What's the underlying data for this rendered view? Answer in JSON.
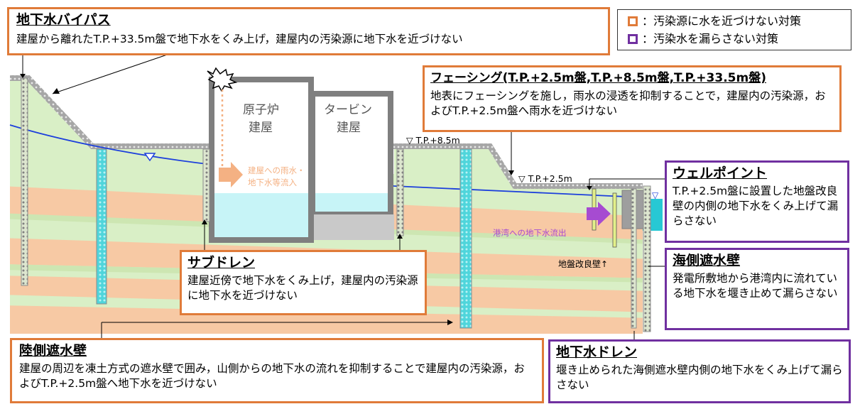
{
  "legend": {
    "orange_label": "：汚染源に水を近づけない対策",
    "purple_label": "：汚染水を漏らさない対策",
    "orange_color": "#e07b39",
    "purple_color": "#7030a0"
  },
  "boxes": {
    "bypass": {
      "title": "地下水バイパス",
      "body": "建屋から離れたT.P.+33.5m盤で地下水をくみ上げ，建屋内の汚染源に地下水を近づけない"
    },
    "facing": {
      "title": "フェーシング(T.P.+2.5m盤,T.P.+8.5m盤,T.P.+33.5m盤)",
      "body": "地表にフェーシングを施し，雨水の浸透を抑制することで，建屋内の汚染源，およびT.P.+2.5m盤へ雨水を近づけない"
    },
    "wellpoint": {
      "title": "ウェルポイント",
      "body": "T.P.+2.5m盤に設置した地盤改良壁の内側の地下水をくみ上げて漏らさない"
    },
    "seawall": {
      "title": "海側遮水壁",
      "body": "発電所敷地から港湾内に流れている地下水を堰き止めて漏らさない"
    },
    "subdrain": {
      "title": "サブドレン",
      "body": "建屋近傍で地下水をくみ上げ，建屋内の汚染源に地下水を近づけない"
    },
    "landwall": {
      "title": "陸側遮水壁",
      "body": "建屋の周辺を凍土方式の遮水壁で囲み，山側からの地下水の流れを抑制することで建屋内の汚染源，およびT.P.+2.5m盤へ地下水を近づけない"
    },
    "gwdrain": {
      "title": "地下水ドレン",
      "body": "堰き止められた海側遮水壁内側の地下水をくみ上げて漏らさない"
    }
  },
  "diagram": {
    "reactor_line1": "原子炉",
    "reactor_line2": "建屋",
    "turbine_line1": "タービン",
    "turbine_line2": "建屋",
    "inflow_line1": "建屋への雨水・",
    "inflow_line2": "地下水等流入",
    "tp85": "▽ T.P.+8.5m",
    "tp25": "▽ T.P.+2.5m",
    "outflow": "港湾への地下水流出",
    "improvement_wall": "地盤改良壁↑",
    "water_mark": "▽"
  }
}
